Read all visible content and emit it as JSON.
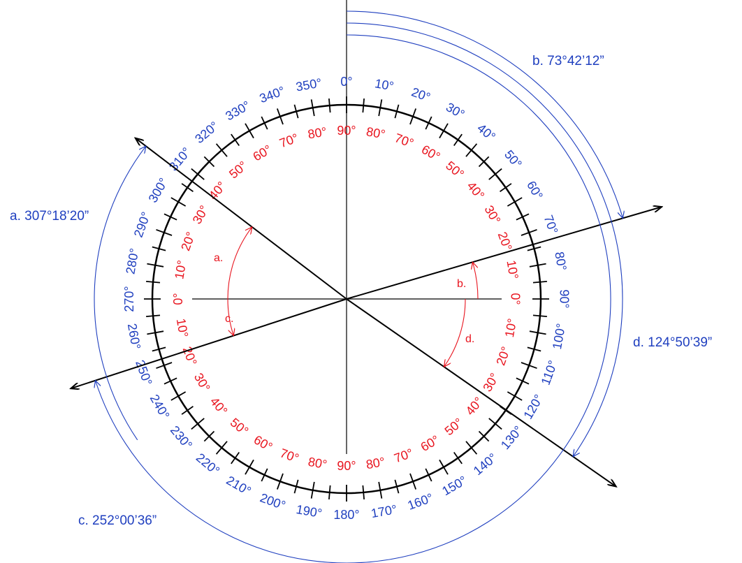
{
  "colors": {
    "azimuth": "#1f3fbf",
    "bearing": "#e8141e",
    "line": "#000000",
    "arc": "#1f3fbf"
  },
  "azimuth_labels": [
    "0°",
    "10°",
    "20°",
    "30°",
    "40°",
    "50°",
    "60°",
    "70°",
    "80°",
    "90°",
    "100°",
    "110°",
    "120°",
    "130°",
    "140°",
    "150°",
    "160°",
    "170°",
    "180°",
    "190°",
    "200°",
    "210°",
    "220°",
    "230°",
    "240°",
    "250°",
    "260°",
    "270°",
    "280°",
    "290°",
    "300°",
    "310°",
    "320°",
    "330°",
    "340°",
    "350°"
  ],
  "bearing_labels": [
    "90°",
    "80°",
    "70°",
    "60°",
    "50°",
    "40°",
    "30°",
    "20°",
    "10°",
    "0°",
    "10°",
    "20°",
    "30°",
    "40°",
    "50°",
    "60°",
    "70°",
    "80°",
    "90°",
    "80°",
    "70°",
    "60°",
    "50°",
    "40°",
    "30°",
    "20°",
    "10°",
    "0°",
    "10°",
    "20°",
    "30°",
    "40°",
    "50°",
    "60°",
    "70°",
    "80°"
  ],
  "lines": {
    "a": {
      "azimuth_deg": 307.3056
    },
    "b": {
      "azimuth_deg": 73.7033
    },
    "c": {
      "azimuth_deg": 252.01
    },
    "d": {
      "azimuth_deg": 124.8442
    }
  },
  "callouts": {
    "a": "a. 307°18’20”",
    "b": "b. 73°42’12”",
    "c": "c. 252°00’36”",
    "d": "d. 124°50’39”"
  },
  "bearing_arc_labels": {
    "a": "a.",
    "b": "b.",
    "c": "c.",
    "d": "d."
  }
}
